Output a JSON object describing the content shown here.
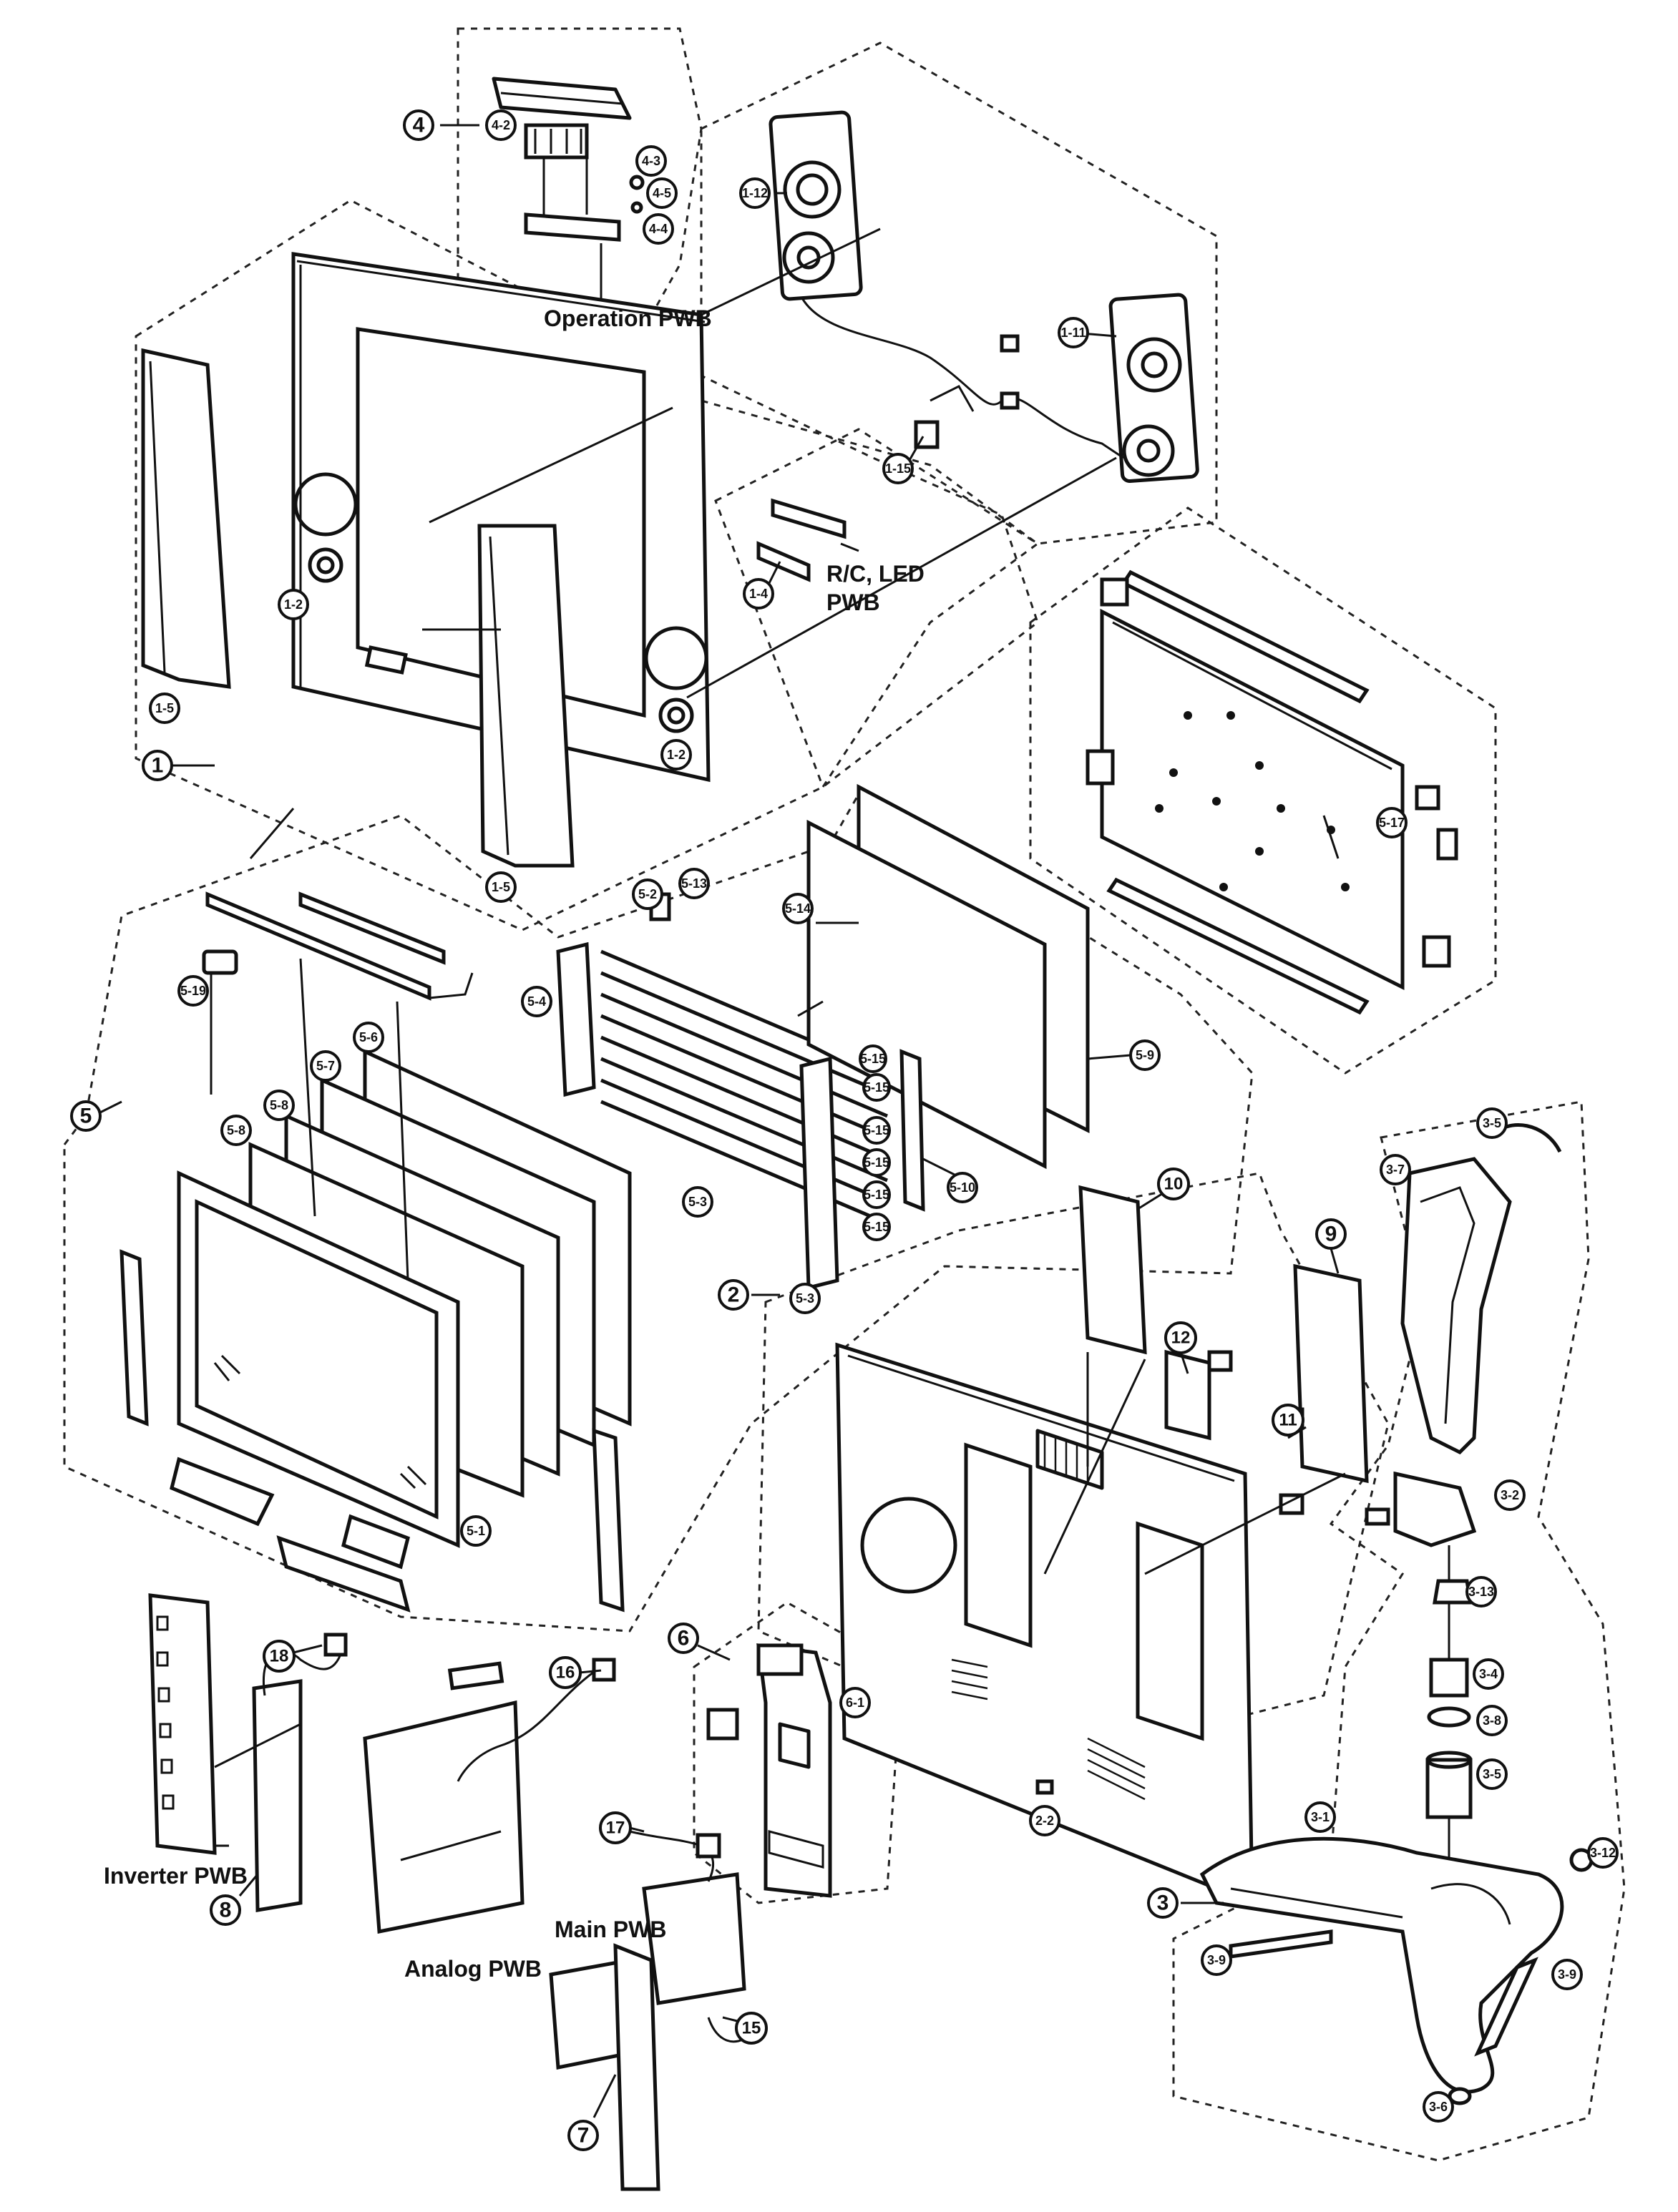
{
  "captions": {
    "operation_pwb": "Operation PWB",
    "rc_led_pwb_line1": "R/C, LED",
    "rc_led_pwb_line2": "PWB",
    "inverter_pwb": "Inverter PWB",
    "analog_pwb": "Analog PWB",
    "main_pwb": "Main PWB"
  },
  "callouts": {
    "c1": "1",
    "c2": "2",
    "c3": "3",
    "c4": "4",
    "c5": "5",
    "c6": "6",
    "c7": "7",
    "c8": "8",
    "c9": "9",
    "c10": "10",
    "c11": "11",
    "c12": "12",
    "c15": "15",
    "c16": "16",
    "c17": "17",
    "c18": "18",
    "s1_2a": "1-2",
    "s1_2b": "1-2",
    "s1_4": "1-4",
    "s1_5a": "1-5",
    "s1_5b": "1-5",
    "s1_11": "1-11",
    "s1_12": "1-12",
    "s1_15": "1-15",
    "s2_2": "2-2",
    "s3_1": "3-1",
    "s3_2": "3-2",
    "s3_4": "3-4",
    "s3_5": "3-5",
    "s3_6": "3-6",
    "s3_7": "3-7",
    "s3_8": "3-8",
    "s3_9a": "3-9",
    "s3_9b": "3-9",
    "s3_12": "3-12",
    "s3_13": "3-13",
    "s4_2": "4-2",
    "s4_3": "4-3",
    "s4_4": "4-4",
    "s4_5": "4-5",
    "s5_1": "5-1",
    "s5_2": "5-2",
    "s5_3a": "5-3",
    "s5_3b": "5-3",
    "s5_4": "5-4",
    "s5_6": "5-6",
    "s5_7": "5-7",
    "s5_8a": "5-8",
    "s5_8b": "5-8",
    "s5_9": "5-9",
    "s5_10": "5-10",
    "s5_13": "5-13",
    "s5_14": "5-14",
    "s5_15a": "5-15",
    "s5_15b": "5-15",
    "s5_15c": "5-15",
    "s5_15d": "5-15",
    "s5_15e": "5-15",
    "s5_15f": "5-15",
    "s5_17": "5-17",
    "s5_19": "5-19",
    "s6_1": "6-1"
  }
}
